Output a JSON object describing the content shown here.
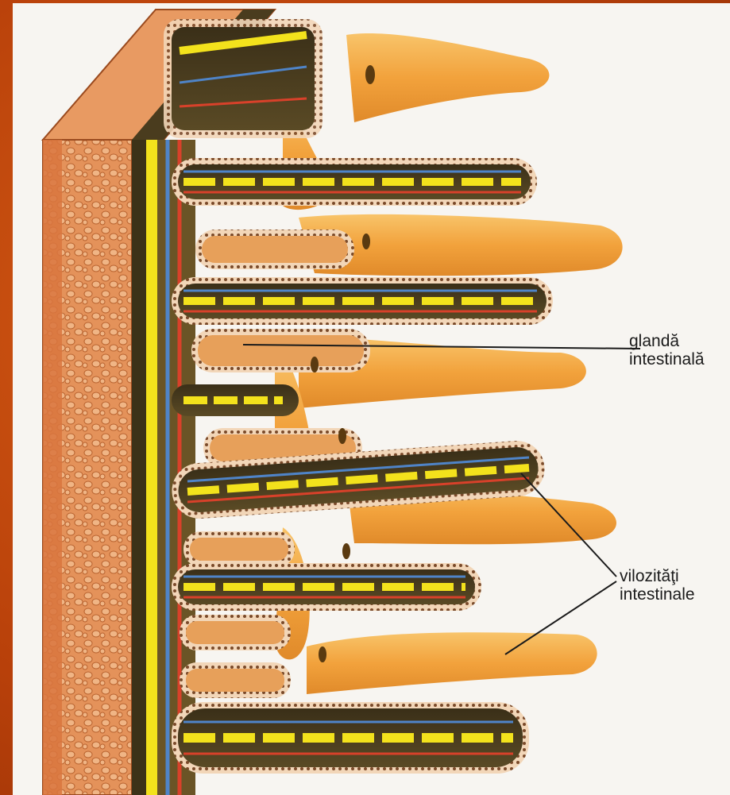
{
  "labels": {
    "gland": {
      "line1": "glandă",
      "line2": "intestinală"
    },
    "villi": {
      "line1": "vilozităţi",
      "line2": "intestinale"
    }
  },
  "colors": {
    "slide_background": "#c8480e",
    "panel_background": "#f7f5f1",
    "villus_fill": "#f4b04a",
    "muscle_layer": "#e0824a",
    "artery": "#d8412a",
    "vein": "#4f84c8",
    "lymph": "#f3e21c",
    "submucosa": "#4a3c1e"
  },
  "icons": [
    "intestinal-wall-illustration"
  ]
}
